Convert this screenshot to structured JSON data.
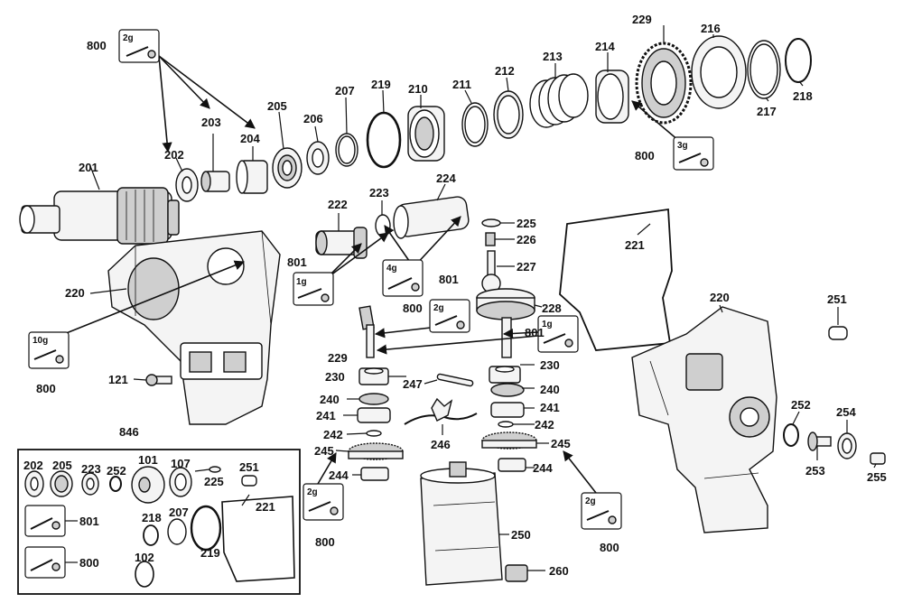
{
  "labels": {
    "l201": "201",
    "l202": "202",
    "l203": "203",
    "l204": "204",
    "l205": "205",
    "l206": "206",
    "l207": "207",
    "l219": "219",
    "l210": "210",
    "l211": "211",
    "l212": "212",
    "l213": "213",
    "l214": "214",
    "l229a": "229",
    "l216": "216",
    "l217": "217",
    "l218": "218",
    "l800a": "800",
    "l800b": "800",
    "l222": "222",
    "l223": "223",
    "l224": "224",
    "l225": "225",
    "l226": "226",
    "l227": "227",
    "l221": "221",
    "l801a": "801",
    "l801b": "801",
    "l220a": "220",
    "l800c": "800",
    "l228": "228",
    "l801c": "801",
    "l229b": "229",
    "l230a": "230",
    "l230b": "230",
    "l247": "247",
    "l240a": "240",
    "l240b": "240",
    "l241a": "241",
    "l241b": "241",
    "l242a": "242",
    "l242b": "242",
    "l245a": "245",
    "l245b": "245",
    "l246": "246",
    "l244a": "244",
    "l244b": "244",
    "l800d": "800",
    "l250": "250",
    "l800e": "800",
    "l260": "260",
    "l220b": "220",
    "l251": "251",
    "l252": "252",
    "l254": "254",
    "l253": "253",
    "l255": "255",
    "l121": "121",
    "l800f": "800",
    "l846": "846"
  },
  "kit_weights": {
    "k1": "2g",
    "k2": "3g",
    "k3": "1g",
    "k4": "4g",
    "k5": "2g",
    "k6": "1g",
    "k7": "10g",
    "k8": "2g",
    "k9": "2g"
  },
  "kit_box": {
    "labels": {
      "b202": "202",
      "b205": "205",
      "b223": "223",
      "b252": "252",
      "b101": "101",
      "b107": "107",
      "b225": "225",
      "b251": "251",
      "b221": "221",
      "b218": "218",
      "b207": "207",
      "b219": "219",
      "b102": "102",
      "b801": "801",
      "b800": "800"
    }
  }
}
